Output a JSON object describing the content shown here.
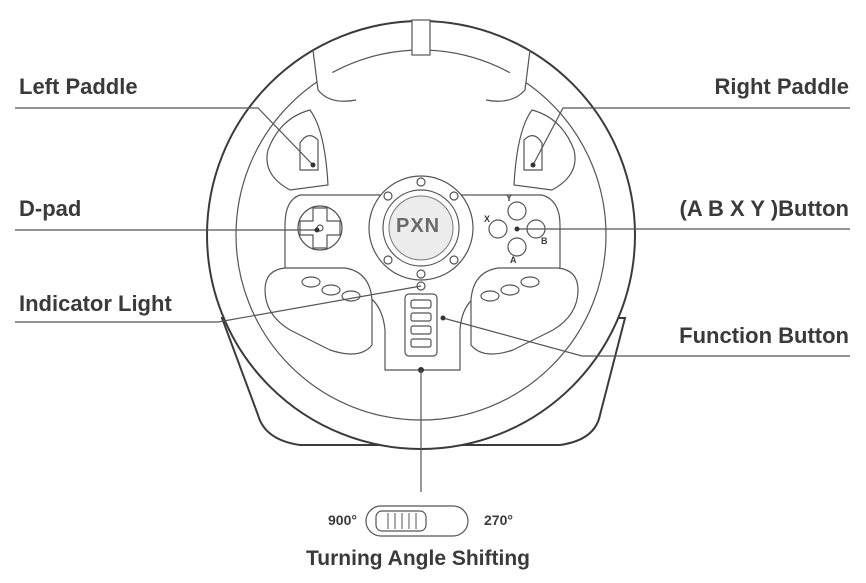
{
  "labels": {
    "left_paddle": "Left Paddle",
    "right_paddle": "Right Paddle",
    "d_pad": "D-pad",
    "abxy_button": "(A B X Y )Button",
    "indicator_light": "Indicator Light",
    "function_button": "Function Button",
    "turning_angle_shifting": "Turning Angle Shifting"
  },
  "switch": {
    "left_value": "900°",
    "right_value": "270°"
  },
  "face_buttons": {
    "a": "A",
    "b": "B",
    "x": "X",
    "y": "Y"
  },
  "logo_text": "PXN",
  "colors": {
    "text": "#3a3a3a",
    "line": "#555555",
    "outline": "#3b3b3b"
  }
}
